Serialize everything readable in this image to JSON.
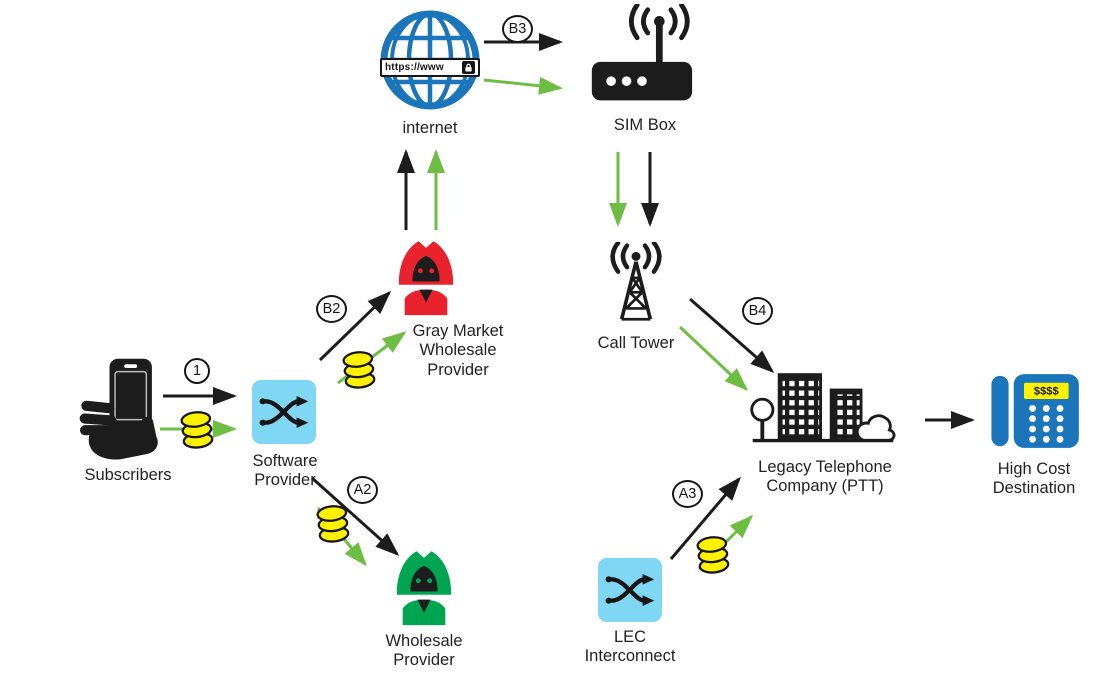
{
  "diagram": {
    "type": "flow-diagram",
    "badges": {
      "b1": "1",
      "b2": "B2",
      "b3": "B3",
      "b4": "B4",
      "a2": "A2",
      "a3": "A3"
    },
    "nodes": {
      "subscribers": {
        "label": "Subscribers"
      },
      "software_provider": {
        "label": "Software\nProvider"
      },
      "gray_market_provider": {
        "label": "Gray Market\nWholesale\nProvider"
      },
      "wholesale_provider": {
        "label": "Wholesale\nProvider"
      },
      "internet": {
        "label": "internet",
        "banner_text": "https://www"
      },
      "sim_box": {
        "label": "SIM Box"
      },
      "call_tower": {
        "label": "Call Tower"
      },
      "lec_interconnect": {
        "label": "LEC\nInterconnect"
      },
      "legacy_telco": {
        "label": "Legacy Telephone\nCompany (PTT)"
      },
      "high_cost_destination": {
        "label": "High Cost\nDestination",
        "display_text": "$$$$"
      }
    },
    "colors": {
      "black": "#1c1c1c",
      "blue": "#1b75bb",
      "light_blue": "#7fd7f3",
      "red": "#e8232e",
      "green": "#00a551",
      "arrow_green": "#6fbe44",
      "coin_yellow": "#fff200"
    }
  }
}
